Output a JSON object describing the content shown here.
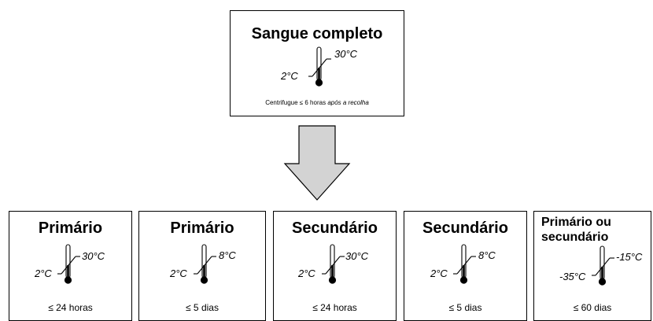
{
  "source": {
    "title": "Sangue completo",
    "temp_high": "30°C",
    "temp_low": "2°C",
    "note_text": "Centrifugue ≤ 6 horas",
    "note_italic": "após a recolha"
  },
  "arrow": {
    "color": "#d3d3d3"
  },
  "storage": [
    {
      "title": "Primário",
      "temp_high": "30°C",
      "temp_low": "2°C",
      "duration": "≤ 24 horas"
    },
    {
      "title": "Primário",
      "temp_high": "8°C",
      "temp_low": "2°C",
      "duration": "≤ 5 dias"
    },
    {
      "title": "Secundário",
      "temp_high": "30°C",
      "temp_low": "2°C",
      "duration": "≤ 24 horas"
    },
    {
      "title": "Secundário",
      "temp_high": "8°C",
      "temp_low": "2°C",
      "duration": "≤ 5 dias"
    },
    {
      "title_line1": "Primário ou",
      "title_line2": "secundário",
      "temp_high": "-15°C",
      "temp_low": "-35°C",
      "duration": "≤ 60 dias"
    }
  ]
}
